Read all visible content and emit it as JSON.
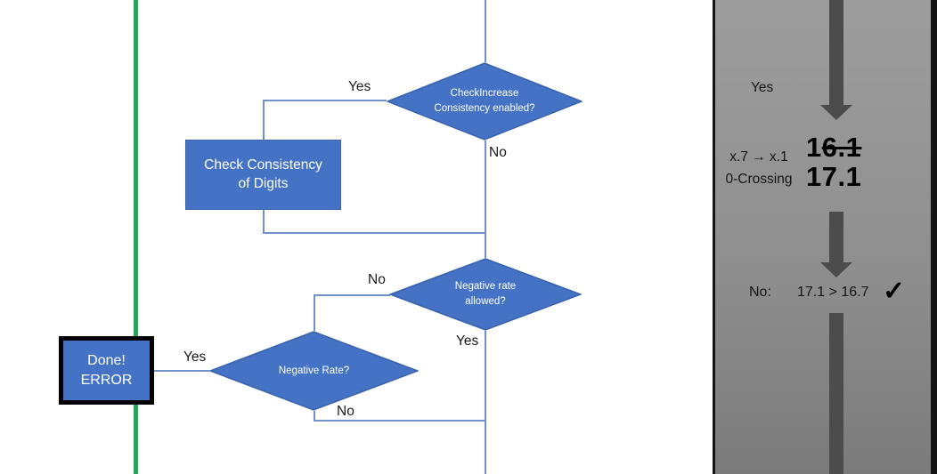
{
  "flowchart": {
    "decision1": {
      "label": "CheckIncrease Consistency enabled?"
    },
    "decision2": {
      "label": "Negative rate allowed?"
    },
    "decision3": {
      "label": "Negative Rate?"
    },
    "process1": {
      "label": "Check Consistency of Digits"
    },
    "terminal": {
      "line1": "Done!",
      "line2": "ERROR"
    },
    "edge_labels": {
      "yes1": "Yes",
      "no1": "No",
      "no2": "No",
      "yes2": "Yes",
      "yes3": "Yes",
      "no3": "No"
    }
  },
  "panel": {
    "yes_label": "Yes",
    "rule_line1": "x.7 → x.1",
    "rule_line2": "0-Crossing",
    "old_value_prefix": "1",
    "old_value_struck": "6.1",
    "new_value": "17.1",
    "result_label": "No:",
    "result_comparison": "17.1 > 16.7",
    "check_icon": "✓"
  },
  "colors": {
    "shape_fill": "#4472c4",
    "shape_border": "#3a62ad",
    "connector_blue": "#7091cc",
    "green_line": "#28a55c",
    "arrow_gray": "#4c4c4c",
    "panel_gradient_top": "#9d9d9d",
    "panel_gradient_bottom": "#7b7b7b"
  }
}
